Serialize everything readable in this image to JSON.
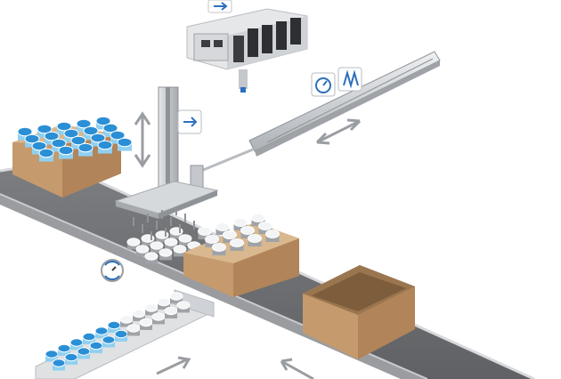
{
  "colors": {
    "belt_top": "#6b6d70",
    "belt_edge": "#9a9ca0",
    "rail": "#e3e4e6",
    "box_front": "#c59a6d",
    "box_side": "#b1845a",
    "box_inner": "#d9b88f",
    "can_cap_blue": "#2b8fd6",
    "can_body_blue": "#8fd0f1",
    "can_cap_white": "#f3f4f5",
    "can_body_gray": "#9fa3a7",
    "metal": "#cfd2d6",
    "metal_dark": "#8f9398",
    "arrow_gray": "#9a9da1",
    "icon_blue": "#2c6fbd"
  },
  "icons": {
    "valve_terminal": "valve-terminal-icon",
    "speed_setting": "speed-stopwatch-icon",
    "force_setting": "force-gauge-icon",
    "flow_vertical": "flow-arrows-icon",
    "rotation": "rotation-dial-icon"
  },
  "motion_arrows": [
    "vertical-motion",
    "horizontal-motion",
    "belt-direction-left",
    "belt-direction-right"
  ]
}
